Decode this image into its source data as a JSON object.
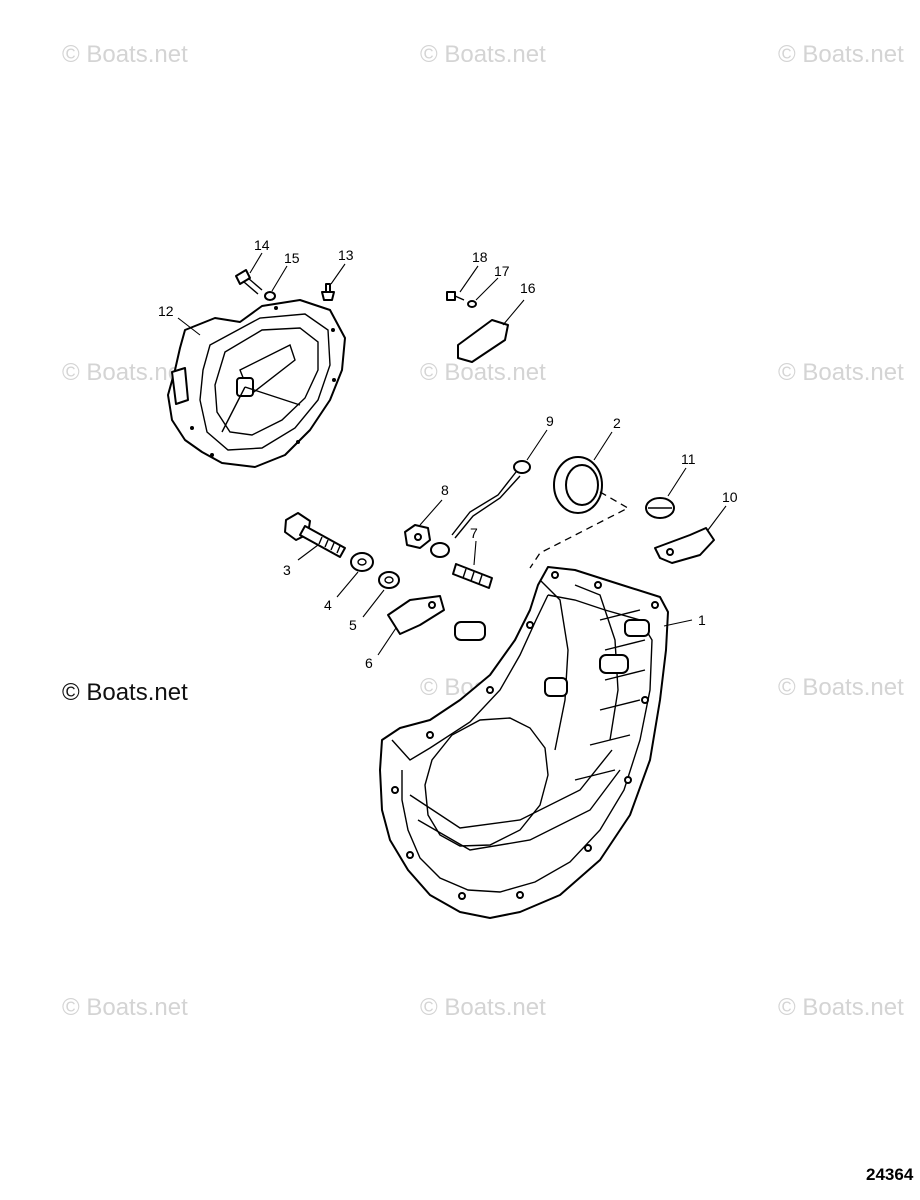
{
  "diagram": {
    "figure_number": "24364",
    "watermarks": [
      "© Boats.net",
      "© Boats.net",
      "© Boats.net",
      "© Boats.net",
      "© Boats.net",
      "© Boats.net",
      "© Boats.net",
      "© Boats.net",
      "© Boats.net",
      "© Boats.net",
      "© Boats.net"
    ],
    "main_watermark": "© Boats.net",
    "callouts": [
      "1",
      "2",
      "3",
      "4",
      "5",
      "6",
      "7",
      "8",
      "9",
      "10",
      "11",
      "12",
      "13",
      "14",
      "15",
      "16",
      "17",
      "18"
    ]
  }
}
